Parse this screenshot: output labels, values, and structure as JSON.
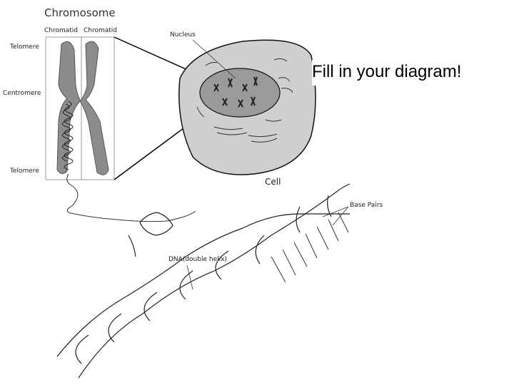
{
  "diagram": {
    "title": "Chromosome",
    "chromatid_left": "Chromatid",
    "chromatid_right": "Chromatid",
    "telomere_top": "Telomere",
    "centromere": "Centromere",
    "telomere_bottom": "Telomere",
    "nucleus": "Nucleus",
    "cell": "Cell",
    "base_pairs": "Base Pairs",
    "dna": "DNA(double helix)"
  },
  "instruction": "Fill in your diagram!",
  "colors": {
    "chromosome_fill": "#8c8c8c",
    "cell_fill": "#cfcfcf",
    "nucleus_fill": "#9a9a9a",
    "line": "#000000",
    "background": "#ffffff"
  }
}
